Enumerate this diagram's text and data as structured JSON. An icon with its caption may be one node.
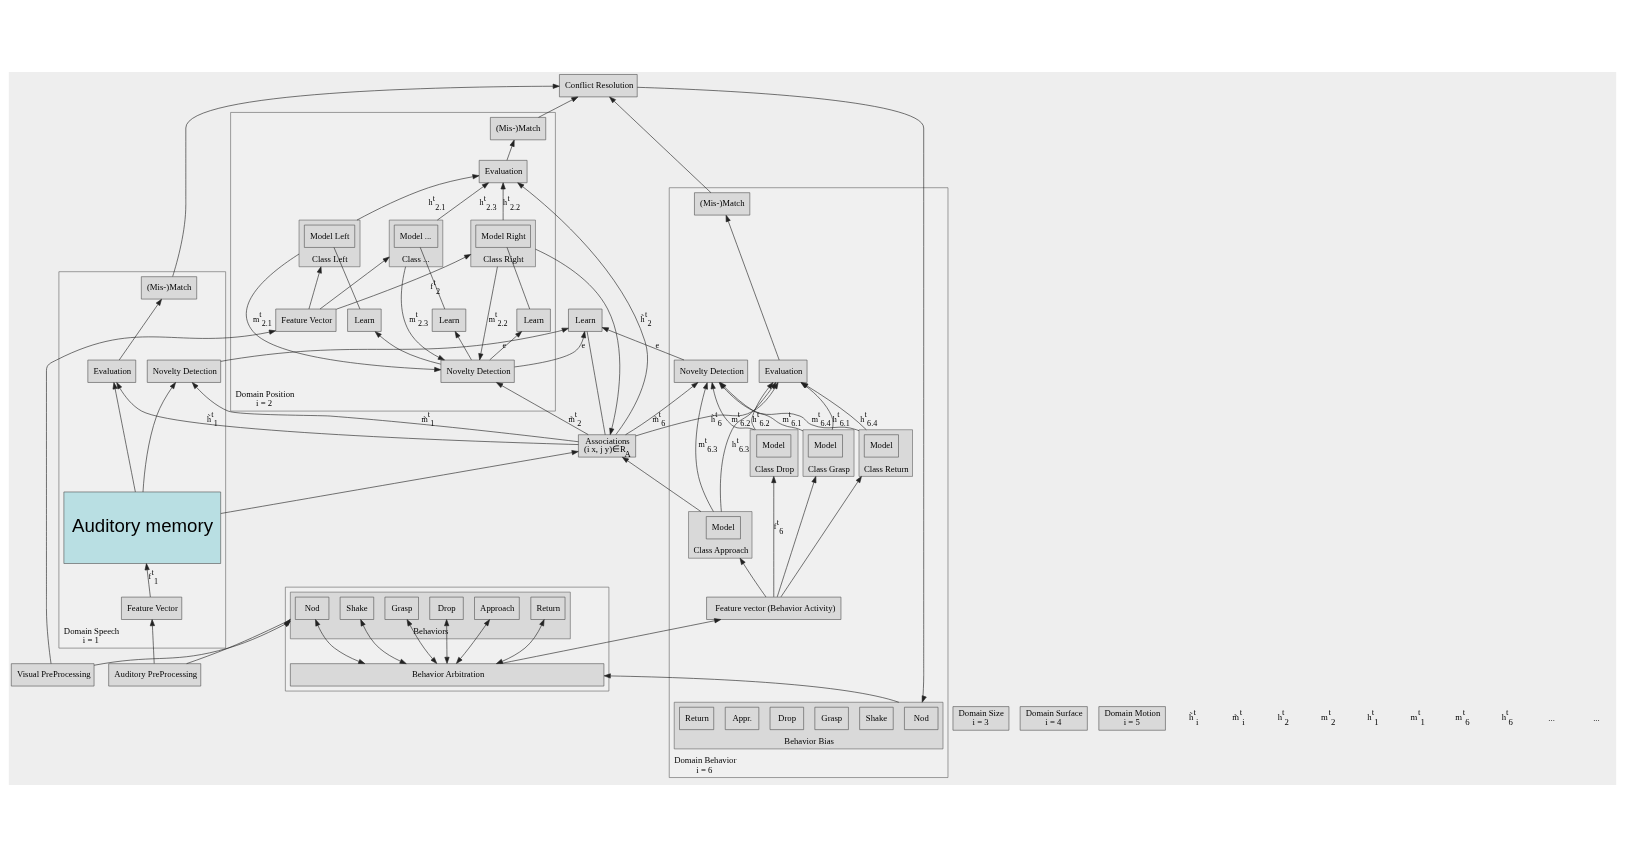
{
  "diagram": {
    "nodes": [
      {
        "text": [
          "Conflict Resolution"
        ]
      },
      {
        "text": [
          "Associations",
          "(i x, j y)∈R$_{A}$"
        ]
      },
      {
        "text": [
          "Learn"
        ]
      },
      {
        "text": [
          "Domain Position",
          "i = 2"
        ]
      },
      {
        "text": [
          "(Mis-)Match"
        ],
        "in": 3
      },
      {
        "text": [
          "Evaluation"
        ],
        "in": 3
      },
      {
        "text": [
          "Novelty Detection"
        ],
        "in": 3
      },
      {
        "text": [
          "Class Left"
        ],
        "in": 3
      },
      {
        "text": [
          "Model Left"
        ],
        "in": 7
      },
      {
        "text": [
          "Class Right"
        ],
        "in": 3
      },
      {
        "text": [
          "Model Right"
        ],
        "in": 9
      },
      {
        "text": [
          "Class ..."
        ],
        "in": 3
      },
      {
        "text": [
          "Model ..."
        ],
        "in": 11
      },
      {
        "text": [
          "Learn"
        ],
        "in": 3
      },
      {
        "text": [
          "Learn"
        ],
        "in": 3
      },
      {
        "text": [
          "Learn"
        ],
        "in": 3
      },
      {
        "text": [
          "Feature Vector"
        ],
        "in": 3
      },
      {
        "text": [
          "Domain Size",
          "i = 3"
        ]
      },
      {
        "text": [
          "Domain Surface",
          "i = 4"
        ]
      },
      {
        "text": [
          "Domain Motion",
          "i = 5"
        ]
      },
      {
        "text": [
          "Visual PreProcessing"
        ]
      },
      {
        "text": [
          "Domain Speech",
          "i = 1"
        ]
      },
      {
        "text": [
          "(Mis-)Match"
        ],
        "in": 21
      },
      {
        "text": [
          "Evaluation"
        ],
        "in": 21
      },
      {
        "text": [
          "Novelty Detection"
        ],
        "in": 21
      },
      {
        "text": [
          "Auditory memory"
        ],
        "in": 21
      },
      {
        "text": [
          "Feature Vector"
        ],
        "in": 21
      },
      {
        "text": [
          "Auditory PreProcessing"
        ]
      },
      {
        "text": [
          "Domain Behavior",
          "i = 6"
        ]
      },
      {
        "text": [
          "Novelty Detection"
        ],
        "in": 28
      },
      {
        "text": [
          "(Mis-)Match"
        ],
        "in": 28
      },
      {
        "text": [
          "Evaluation"
        ],
        "in": 28
      },
      {
        "text": [
          "Class Grasp"
        ],
        "in": 28
      },
      {
        "text": [
          "Model"
        ],
        "in": 32
      },
      {
        "text": [
          "Class Drop"
        ],
        "in": 28
      },
      {
        "text": [
          "Model"
        ],
        "in": 34
      },
      {
        "text": [
          "Class Approach"
        ],
        "in": 28
      },
      {
        "text": [
          "Model"
        ],
        "in": 36
      },
      {
        "text": [
          "Class Return"
        ],
        "in": 28
      },
      {
        "text": [
          "Model"
        ],
        "in": 38
      },
      {
        "text": [
          "Feature vector (Behavior Activity)"
        ],
        "in": 28
      },
      {
        "text": [
          "Behavior Bias"
        ],
        "in": 28
      },
      {
        "text": [
          "Nod"
        ],
        "in": 41
      },
      {
        "text": [
          "Shake"
        ],
        "in": 41
      },
      {
        "text": [
          "Grasp"
        ],
        "in": 41
      },
      {
        "text": [
          "Drop"
        ],
        "in": 41
      },
      {
        "text": [
          "Appr."
        ],
        "in": 41
      },
      {
        "text": [
          "Return"
        ],
        "in": 41
      },
      {
        "text": [],
        "shape": "box"
      },
      {
        "text": [
          "Behavior Arbitration"
        ],
        "in": 48
      },
      {
        "text": [
          "Behaviors"
        ],
        "in": 48
      },
      {
        "text": [
          "Nod"
        ],
        "in": 50
      },
      {
        "text": [
          "Shake"
        ],
        "in": 50
      },
      {
        "text": [
          "Grasp"
        ],
        "in": 50
      },
      {
        "text": [
          "Drop"
        ],
        "in": 50
      },
      {
        "text": [
          "Approach"
        ],
        "in": 50
      },
      {
        "text": [
          "Return"
        ],
        "in": 50
      }
    ],
    "edges": [
      {
        "from": 4,
        "to": 0,
        "arrow": "to"
      },
      {
        "from": 22,
        "to": 0,
        "arrow": "to"
      },
      {
        "from": 30,
        "to": 0,
        "arrow": "to"
      },
      {
        "from": 0,
        "to": 41,
        "arrow": "to"
      },
      {
        "from": 5,
        "to": 4,
        "arrow": "to"
      },
      {
        "from": 23,
        "to": 22,
        "arrow": "to"
      },
      {
        "from": 31,
        "to": 30,
        "arrow": "to"
      },
      {
        "from": 6,
        "to": 2,
        "arrow": "to",
        "label": "e"
      },
      {
        "from": 24,
        "to": 2,
        "arrow": "to",
        "label": "e"
      },
      {
        "from": 29,
        "to": 2,
        "arrow": "to",
        "label": "e"
      },
      {
        "from": 2,
        "to": 1,
        "arrow": "none"
      },
      {
        "from": 1,
        "to": 5,
        "arrow": "to",
        "label": "h̃$^{t}$$_{2}$"
      },
      {
        "from": 1,
        "to": 6,
        "arrow": "to",
        "label": "m̃$^{t}$$_{2}$"
      },
      {
        "from": 1,
        "to": 23,
        "arrow": "to",
        "label": "h̃$^{t}$$_{1}$"
      },
      {
        "from": 1,
        "to": 24,
        "arrow": "to",
        "label": "m̃$^{t}$$_{1}$"
      },
      {
        "from": 1,
        "to": 31,
        "arrow": "to",
        "label": "h̃$^{t}$$_{6}$"
      },
      {
        "from": 1,
        "to": 29,
        "arrow": "to",
        "label": "m̃$^{t}$$_{6}$"
      },
      {
        "from": 7,
        "to": 5,
        "arrow": "to",
        "label": "h$^{t}$$_{2.1}$"
      },
      {
        "from": 7,
        "to": 6,
        "arrow": "to",
        "label": "m$^{t}$$_{2.1}$"
      },
      {
        "from": 9,
        "to": 5,
        "arrow": "to",
        "label": "h$^{t}$$_{2.2}$"
      },
      {
        "from": 9,
        "to": 6,
        "arrow": "to",
        "label": "m$^{t}$$_{2.2}$"
      },
      {
        "from": 11,
        "to": 5,
        "arrow": "to",
        "label": "h$^{t}$$_{2.3}$"
      },
      {
        "from": 11,
        "to": 6,
        "arrow": "to",
        "label": "m$^{t}$$_{2.3}$"
      },
      {
        "from": 25,
        "to": 23,
        "arrow": "to"
      },
      {
        "from": 25,
        "to": 24,
        "arrow": "to"
      },
      {
        "from": 32,
        "to": 31,
        "arrow": "to",
        "label": "h$^{t}$$_{6.1}$"
      },
      {
        "from": 32,
        "to": 29,
        "arrow": "to",
        "label": "m$^{t}$$_{6.1}$"
      },
      {
        "from": 34,
        "to": 31,
        "arrow": "to",
        "label": "h$^{t}$$_{6.2}$"
      },
      {
        "from": 34,
        "to": 29,
        "arrow": "to",
        "label": "m$^{t}$$_{6.2}$"
      },
      {
        "from": 36,
        "to": 31,
        "arrow": "to",
        "label": "h$^{t}$$_{6.3}$"
      },
      {
        "from": 36,
        "to": 29,
        "arrow": "to",
        "label": "m$^{t}$$_{6.3}$"
      },
      {
        "from": 38,
        "to": 31,
        "arrow": "to",
        "label": "h$^{t}$$_{6.4}$"
      },
      {
        "from": 38,
        "to": 29,
        "arrow": "to",
        "label": "m$^{t}$$_{6.4}$"
      },
      {
        "from": 9,
        "to": 1,
        "arrow": "to"
      },
      {
        "from": 25,
        "to": 1,
        "arrow": "to"
      },
      {
        "from": 36,
        "to": 1,
        "arrow": "to"
      },
      {
        "from": 16,
        "to": 7,
        "arrow": "to"
      },
      {
        "from": 16,
        "to": 9,
        "arrow": "to",
        "label": "f$^{t}$$_{2}$"
      },
      {
        "from": 16,
        "to": 11,
        "arrow": "to"
      },
      {
        "from": 26,
        "to": 25,
        "arrow": "to",
        "label": "f$^{t}$$_{1}$"
      },
      {
        "from": 40,
        "to": 32,
        "arrow": "to"
      },
      {
        "from": 40,
        "to": 34,
        "arrow": "to",
        "label": "f$^{t}$$_{6}$"
      },
      {
        "from": 40,
        "to": 36,
        "arrow": "to"
      },
      {
        "from": 40,
        "to": 38,
        "arrow": "to"
      },
      {
        "from": 6,
        "to": 13,
        "arrow": "to"
      },
      {
        "from": 6,
        "to": 14,
        "arrow": "to"
      },
      {
        "from": 6,
        "to": 15,
        "arrow": "to"
      },
      {
        "from": 13,
        "to": 8,
        "arrow": "none"
      },
      {
        "from": 14,
        "to": 10,
        "arrow": "none"
      },
      {
        "from": 15,
        "to": 12,
        "arrow": "none"
      },
      {
        "from": 20,
        "to": 16,
        "arrow": "to"
      },
      {
        "from": 27,
        "to": 26,
        "arrow": "to"
      },
      {
        "from": 20,
        "to": 50,
        "arrow": "to"
      },
      {
        "from": 27,
        "to": 50,
        "arrow": "to"
      },
      {
        "from": 49,
        "to": 40,
        "arrow": "to"
      },
      {
        "from": 41,
        "to": 49,
        "arrow": "to"
      },
      {
        "from": 49,
        "to": 51,
        "arrow": "both"
      },
      {
        "from": 49,
        "to": 52,
        "arrow": "both"
      },
      {
        "from": 49,
        "to": 53,
        "arrow": "both"
      },
      {
        "from": 49,
        "to": 54,
        "arrow": "both"
      },
      {
        "from": 49,
        "to": 55,
        "arrow": "both"
      },
      {
        "from": 49,
        "to": 56,
        "arrow": "both"
      }
    ],
    "labels": [
      "h̃$^{t}$$_{i}$",
      "m̃$^{t}$$_{i}$",
      "h$^{t}$$_{2}$",
      "m$^{t}$$_{2}$",
      "h$^{t}$$_{1}$",
      "m$^{t}$$_{1}$",
      "m$^{t}$$_{6}$",
      "h$^{t}$$_{6}$",
      "...",
      "..."
    ]
  }
}
